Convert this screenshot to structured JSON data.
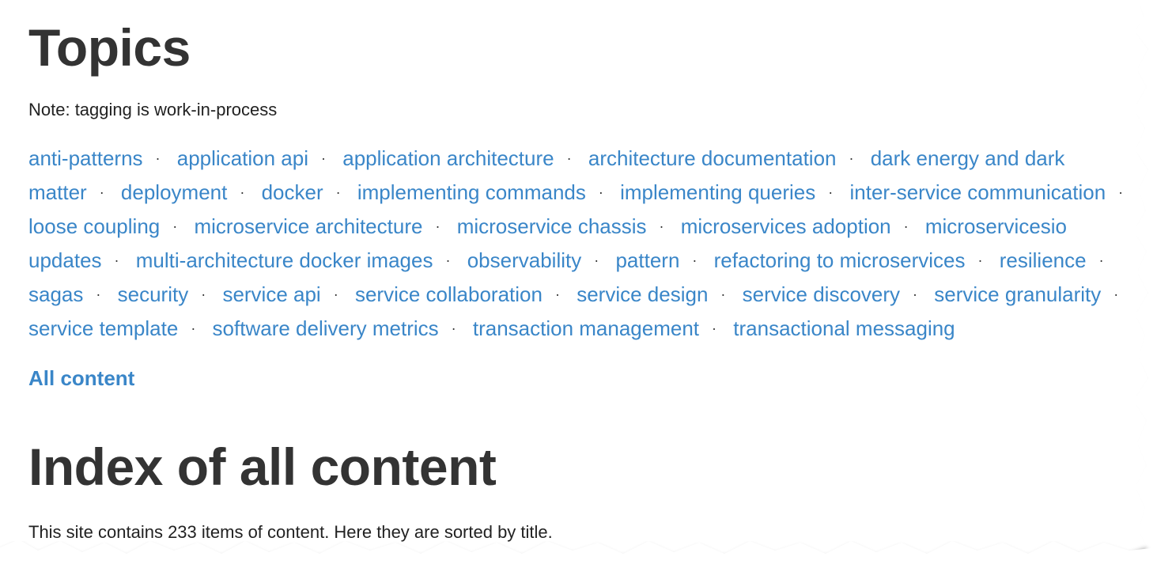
{
  "topics_section": {
    "title": "Topics",
    "note": "Note: tagging is work-in-process",
    "separator": "·",
    "tags": [
      "anti-patterns",
      "application api",
      "application architecture",
      "architecture documentation",
      "dark energy and dark matter",
      "deployment",
      "docker",
      "implementing commands",
      "implementing queries",
      "inter-service communication",
      "loose coupling",
      "microservice architecture",
      "microservice chassis",
      "microservices adoption",
      "microservicesio updates",
      "multi-architecture docker images",
      "observability",
      "pattern",
      "refactoring to microservices",
      "resilience",
      "sagas",
      "security",
      "service api",
      "service collaboration",
      "service design",
      "service discovery",
      "service granularity",
      "service template",
      "software delivery metrics",
      "transaction management",
      "transactional messaging"
    ],
    "all_content_label": "All content"
  },
  "index_section": {
    "title": "Index of all content",
    "summary": "This site contains 233 items of content. Here they are sorted by title."
  },
  "colors": {
    "link": "#3a86c8",
    "text": "#333333"
  }
}
